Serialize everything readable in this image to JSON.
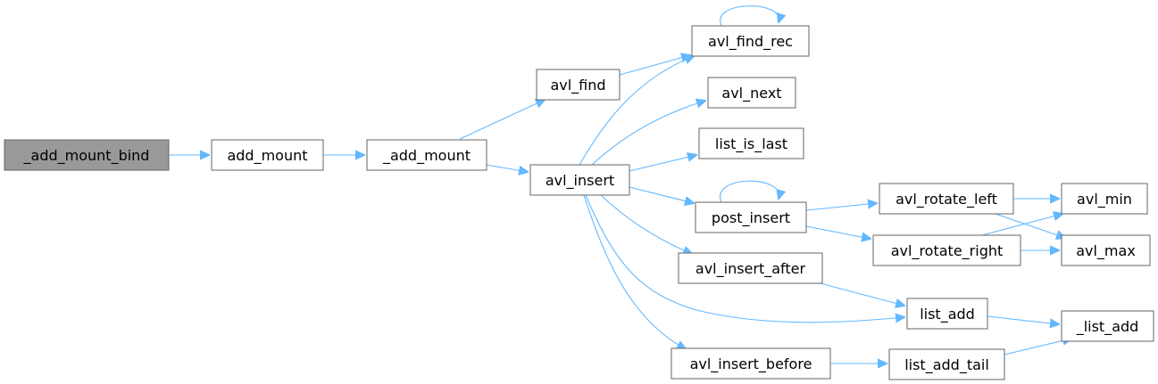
{
  "graph": {
    "edge_color": "#63b8ff",
    "node_border_color": "#666666",
    "root_fill_color": "#999999",
    "nodes": {
      "add_mount_bind": "_add_mount_bind",
      "add_mount": "add_mount",
      "_add_mount": "_add_mount",
      "avl_find": "avl_find",
      "avl_insert": "avl_insert",
      "avl_find_rec": "avl_find_rec",
      "avl_next": "avl_next",
      "list_is_last": "list_is_last",
      "post_insert": "post_insert",
      "avl_insert_after": "avl_insert_after",
      "list_add": "list_add",
      "avl_insert_before": "avl_insert_before",
      "avl_rotate_left": "avl_rotate_left",
      "avl_rotate_right": "avl_rotate_right",
      "avl_min": "avl_min",
      "avl_max": "avl_max",
      "_list_add": "_list_add",
      "list_add_tail": "list_add_tail"
    }
  }
}
